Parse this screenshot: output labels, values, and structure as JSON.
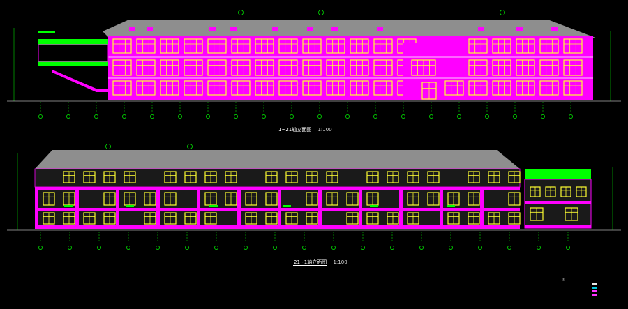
{
  "drawing": {
    "views": [
      {
        "title": "1~21轴立面图",
        "scale": "1:100"
      },
      {
        "title": "21~1轴立面图",
        "scale": "1:100"
      }
    ],
    "legend": {
      "heading": "注:",
      "items": [
        {
          "swatch": "#e8e8e8"
        },
        {
          "swatch": "#00c8e0"
        },
        {
          "swatch": "#ff33ff"
        },
        {
          "swatch": "#ff33ff"
        }
      ]
    },
    "colors": {
      "background": "#000000",
      "roof": "#8e8e8e",
      "facade": "#ff00ff",
      "window_frame": "#ffff33",
      "railing": "#00ff00",
      "lines": "#00ff00",
      "text": "#ffffff"
    }
  }
}
